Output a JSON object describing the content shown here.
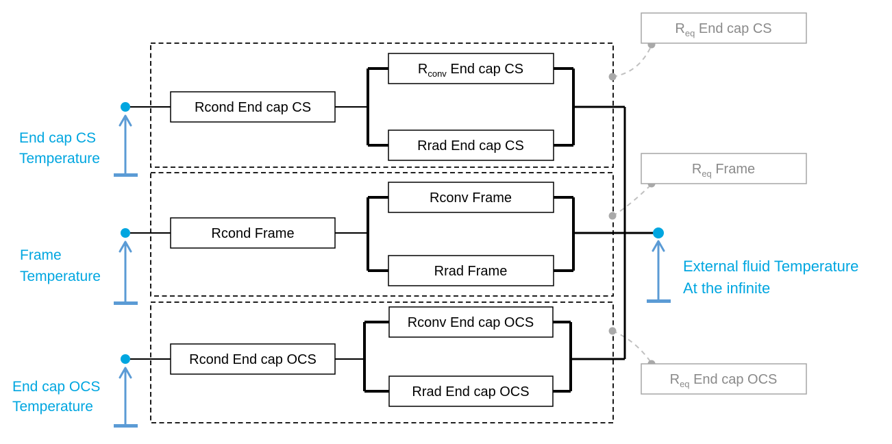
{
  "diagram_kind": "thermal-resistance-network",
  "colors": {
    "accent_cyan": "#00A6E0",
    "arrow_blue": "#5B9BD5",
    "line_black": "#000000",
    "callout_text_gray": "#8A8A8A",
    "callout_border_gray": "#A6A6A6",
    "connector_gray": "#C0C0C0"
  },
  "sections": [
    {
      "id": "end-cap-cs",
      "rcond_label": "Rcond End cap CS",
      "rconv_base": "R",
      "rconv_sub": "conv",
      "rconv_rest": " End cap CS",
      "rrad_label": "Rrad End cap CS",
      "req_base": "R",
      "req_sub": "eq",
      "req_rest": " End cap CS",
      "temp_line1": "End cap CS",
      "temp_line2": "Temperature"
    },
    {
      "id": "frame",
      "rcond_label": "Rcond Frame",
      "rconv_label": "Rconv Frame",
      "rrad_label": "Rrad Frame",
      "req_base": "R",
      "req_sub": "eq",
      "req_rest": " Frame",
      "temp_line1": "Frame",
      "temp_line2": "Temperature"
    },
    {
      "id": "end-cap-ocs",
      "rcond_label": "Rcond End cap OCS",
      "rconv_label": "Rconv End cap OCS",
      "rrad_label": "Rrad End cap OCS",
      "req_base": "R",
      "req_sub": "eq",
      "req_rest": " End cap OCS",
      "temp_line1": "End cap OCS",
      "temp_line2": "Temperature"
    }
  ],
  "external_node": {
    "line1": "External fluid Temperature",
    "line2": "At the infinite"
  }
}
